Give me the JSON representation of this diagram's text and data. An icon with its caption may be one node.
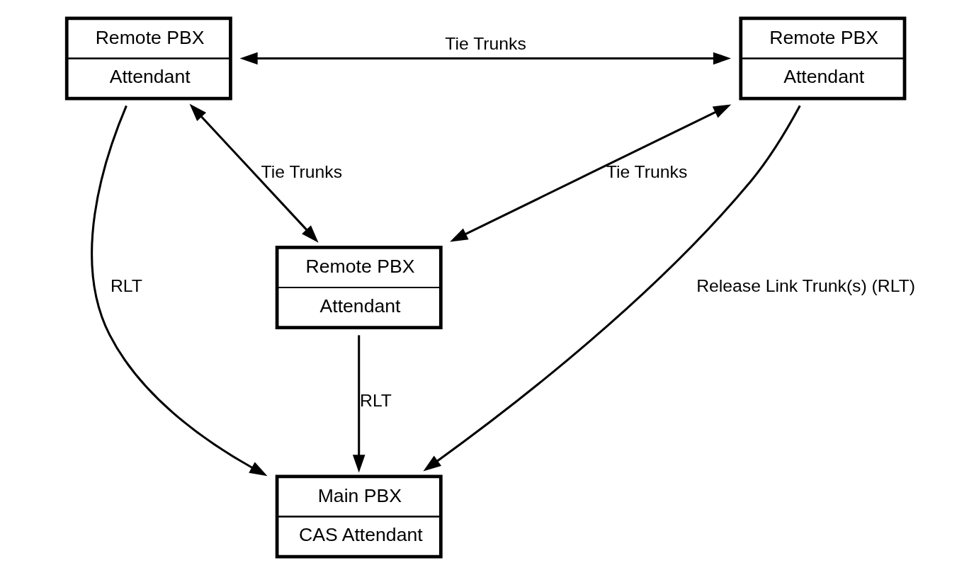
{
  "diagram": {
    "nodes": [
      {
        "text": [
          "Remote PBX",
          "Attendant"
        ]
      },
      {
        "text": [
          "Remote PBX",
          "Attendant"
        ]
      },
      {
        "text": [
          "Main PBX",
          "CAS Attendant"
        ]
      },
      {
        "text": [
          "Remote PBX",
          "Attendant"
        ]
      }
    ],
    "edges": [
      {
        "from": 0,
        "to": 1,
        "arrow": "both",
        "label": "Tie Trunks"
      },
      {
        "from": 0,
        "to": 2,
        "arrow": "to",
        "label": "RLT"
      },
      {
        "from": 1,
        "to": 2,
        "arrow": "to",
        "label": "Release Link Trunk(s) (RLT)"
      },
      {
        "from": 3,
        "to": 2,
        "arrow": "to",
        "label": "RLT"
      },
      {
        "from": 0,
        "to": 3,
        "arrow": "both",
        "label": "Tie Trunks"
      },
      {
        "from": 1,
        "to": 3,
        "arrow": "both",
        "label": "Tie Trunks"
      }
    ]
  }
}
